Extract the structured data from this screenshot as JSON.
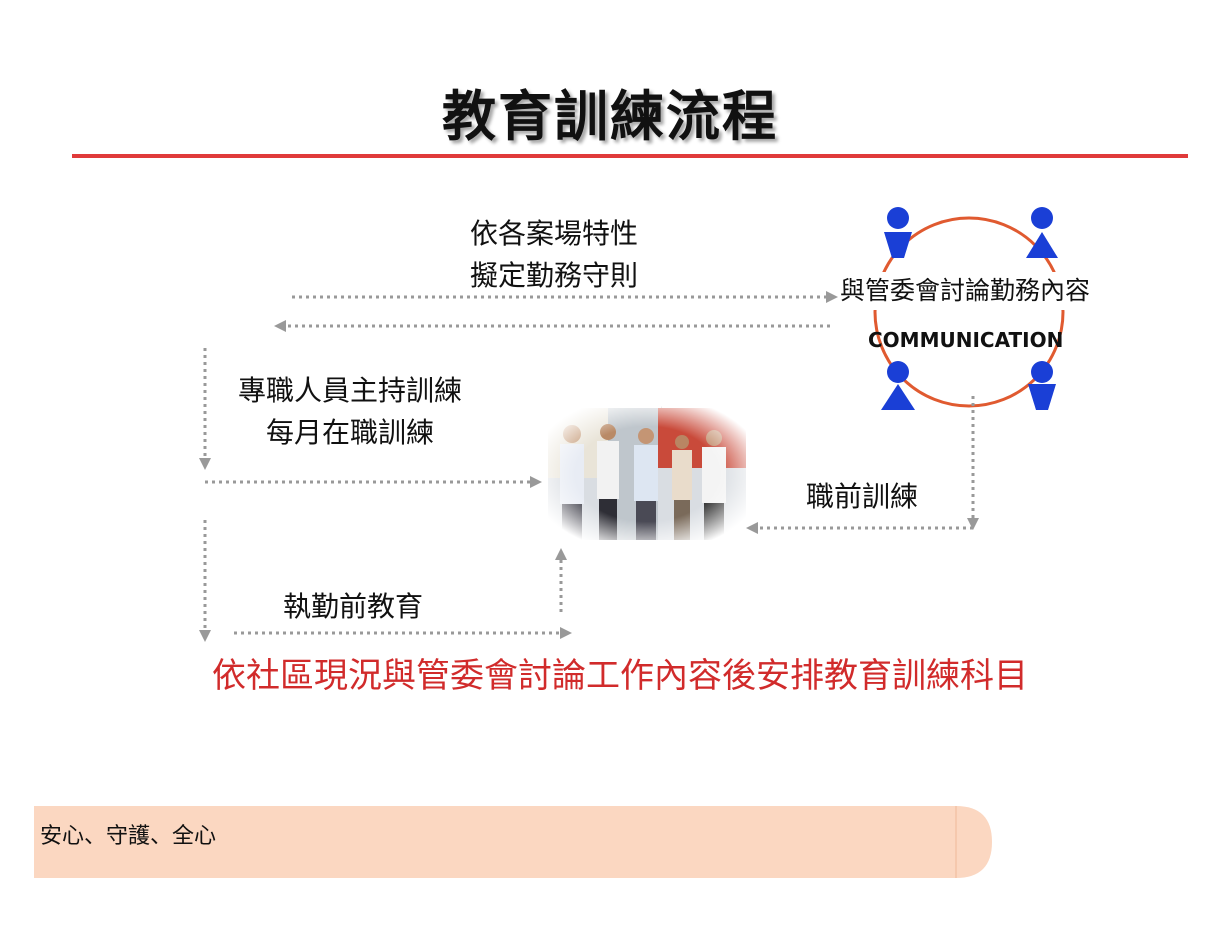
{
  "title": "教育訓練流程",
  "labels": {
    "rules_line1": "依各案場特性",
    "rules_line2": "擬定勤務守則",
    "host_line1": "專職人員主持訓練",
    "host_line2": "每月在職訓練",
    "mgmt": "與管委會討論勤務內容",
    "communication": "COMMUNICATION",
    "pre_training": "職前訓練",
    "pre_duty": "執勤前教育"
  },
  "summary": "依社區現況與管委會討論工作內容後安排教育訓練科目",
  "footer": "安心、守護、全心",
  "colors": {
    "accent_red": "#e03a3a",
    "summary_red": "#d12b2b",
    "figure_blue": "#1a3fd6",
    "circle_orange": "#e05a30",
    "arrow_gray": "#999999",
    "footer_peach": "#fbd7c1"
  }
}
